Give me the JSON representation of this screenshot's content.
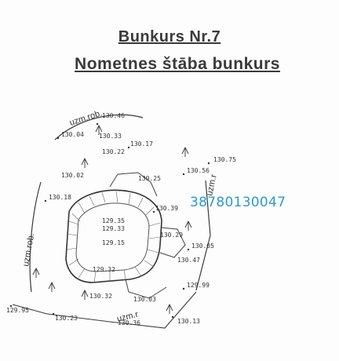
{
  "header": {
    "title": "Bunkurs Nr.7",
    "subtitle": "Nometnes štāba bunkurs"
  },
  "cadastral_number": "38780130047",
  "edge_labels": {
    "top": "uzm.rob.",
    "left": "uzm.rob.",
    "right": "uzm.r",
    "bottom": "uzm.r"
  },
  "elevations": [
    {
      "id": "e1",
      "text": "130.46"
    },
    {
      "id": "e2",
      "text": "130.04"
    },
    {
      "id": "e3",
      "text": "130.33"
    },
    {
      "id": "e4",
      "text": "130.22"
    },
    {
      "id": "e5",
      "text": "130.17"
    },
    {
      "id": "e6",
      "text": "130.02"
    },
    {
      "id": "e7",
      "text": "130.25"
    },
    {
      "id": "e8",
      "text": "130.56"
    },
    {
      "id": "e9",
      "text": "130.75"
    },
    {
      "id": "e10",
      "text": "130.18"
    },
    {
      "id": "e11",
      "text": "130.39"
    },
    {
      "id": "e12",
      "text": "129.35"
    },
    {
      "id": "e13",
      "text": "129.33"
    },
    {
      "id": "e14",
      "text": "130.29"
    },
    {
      "id": "e15",
      "text": "130.05"
    },
    {
      "id": "e16",
      "text": "129.15"
    },
    {
      "id": "e17",
      "text": "130.47"
    },
    {
      "id": "e18",
      "text": "129.32"
    },
    {
      "id": "e19",
      "text": "129.99"
    },
    {
      "id": "e20",
      "text": "129.95"
    },
    {
      "id": "e21",
      "text": "130.23"
    },
    {
      "id": "e22",
      "text": "130.32"
    },
    {
      "id": "e23",
      "text": "130.03"
    },
    {
      "id": "e24",
      "text": "130.13"
    },
    {
      "id": "e25",
      "text": "130.36"
    }
  ]
}
